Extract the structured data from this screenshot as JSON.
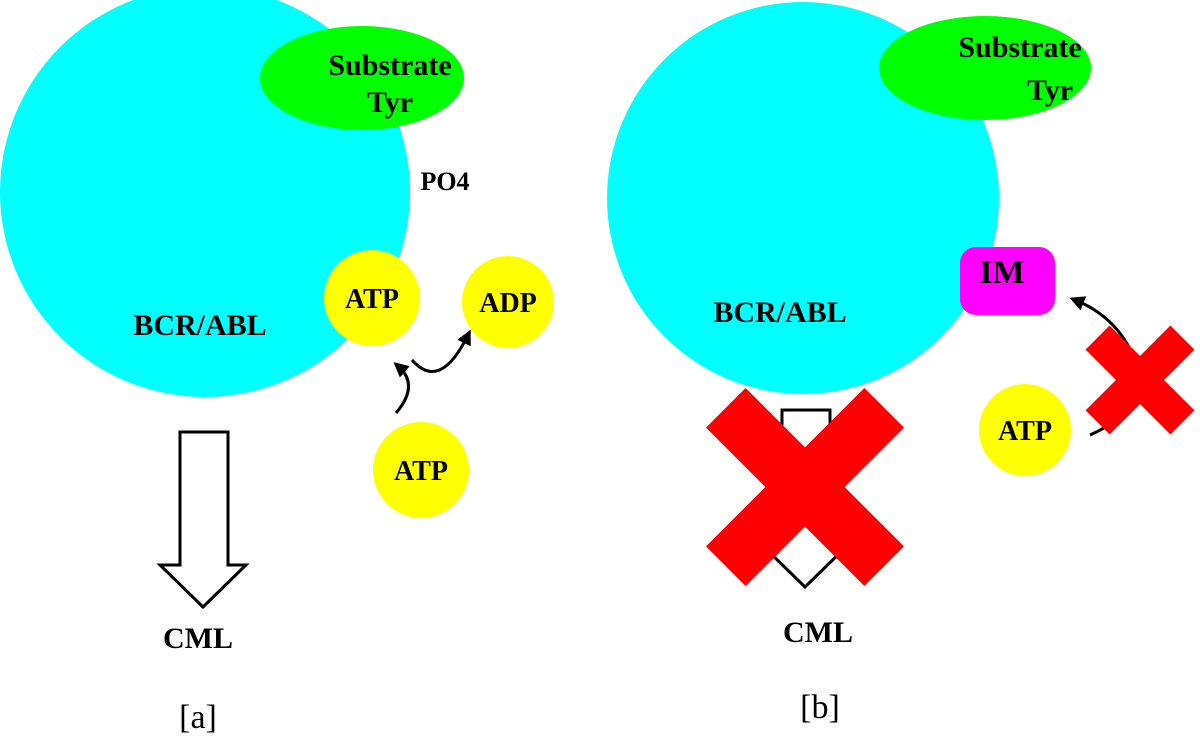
{
  "colors": {
    "enzyme": "#00FFFF",
    "substrate": "#00FF00",
    "atp": "#FFFF00",
    "inhibitor": "#FF00FF",
    "cross": "#FF0000",
    "stroke": "#000000"
  },
  "panel_a": {
    "substrate_line1": "Substrate",
    "substrate_line2": "Tyr",
    "po4": "PO4",
    "enzyme": "BCR/ABL",
    "atp_bound": "ATP",
    "adp": "ADP",
    "atp_free": "ATP",
    "outcome": "CML",
    "panel_label": "[a]"
  },
  "panel_b": {
    "substrate_line1": "Substrate",
    "substrate_line2": "Tyr",
    "enzyme": "BCR/ABL",
    "inhibitor": "IM",
    "atp_free": "ATP",
    "outcome": "CML",
    "panel_label": "[b]"
  }
}
